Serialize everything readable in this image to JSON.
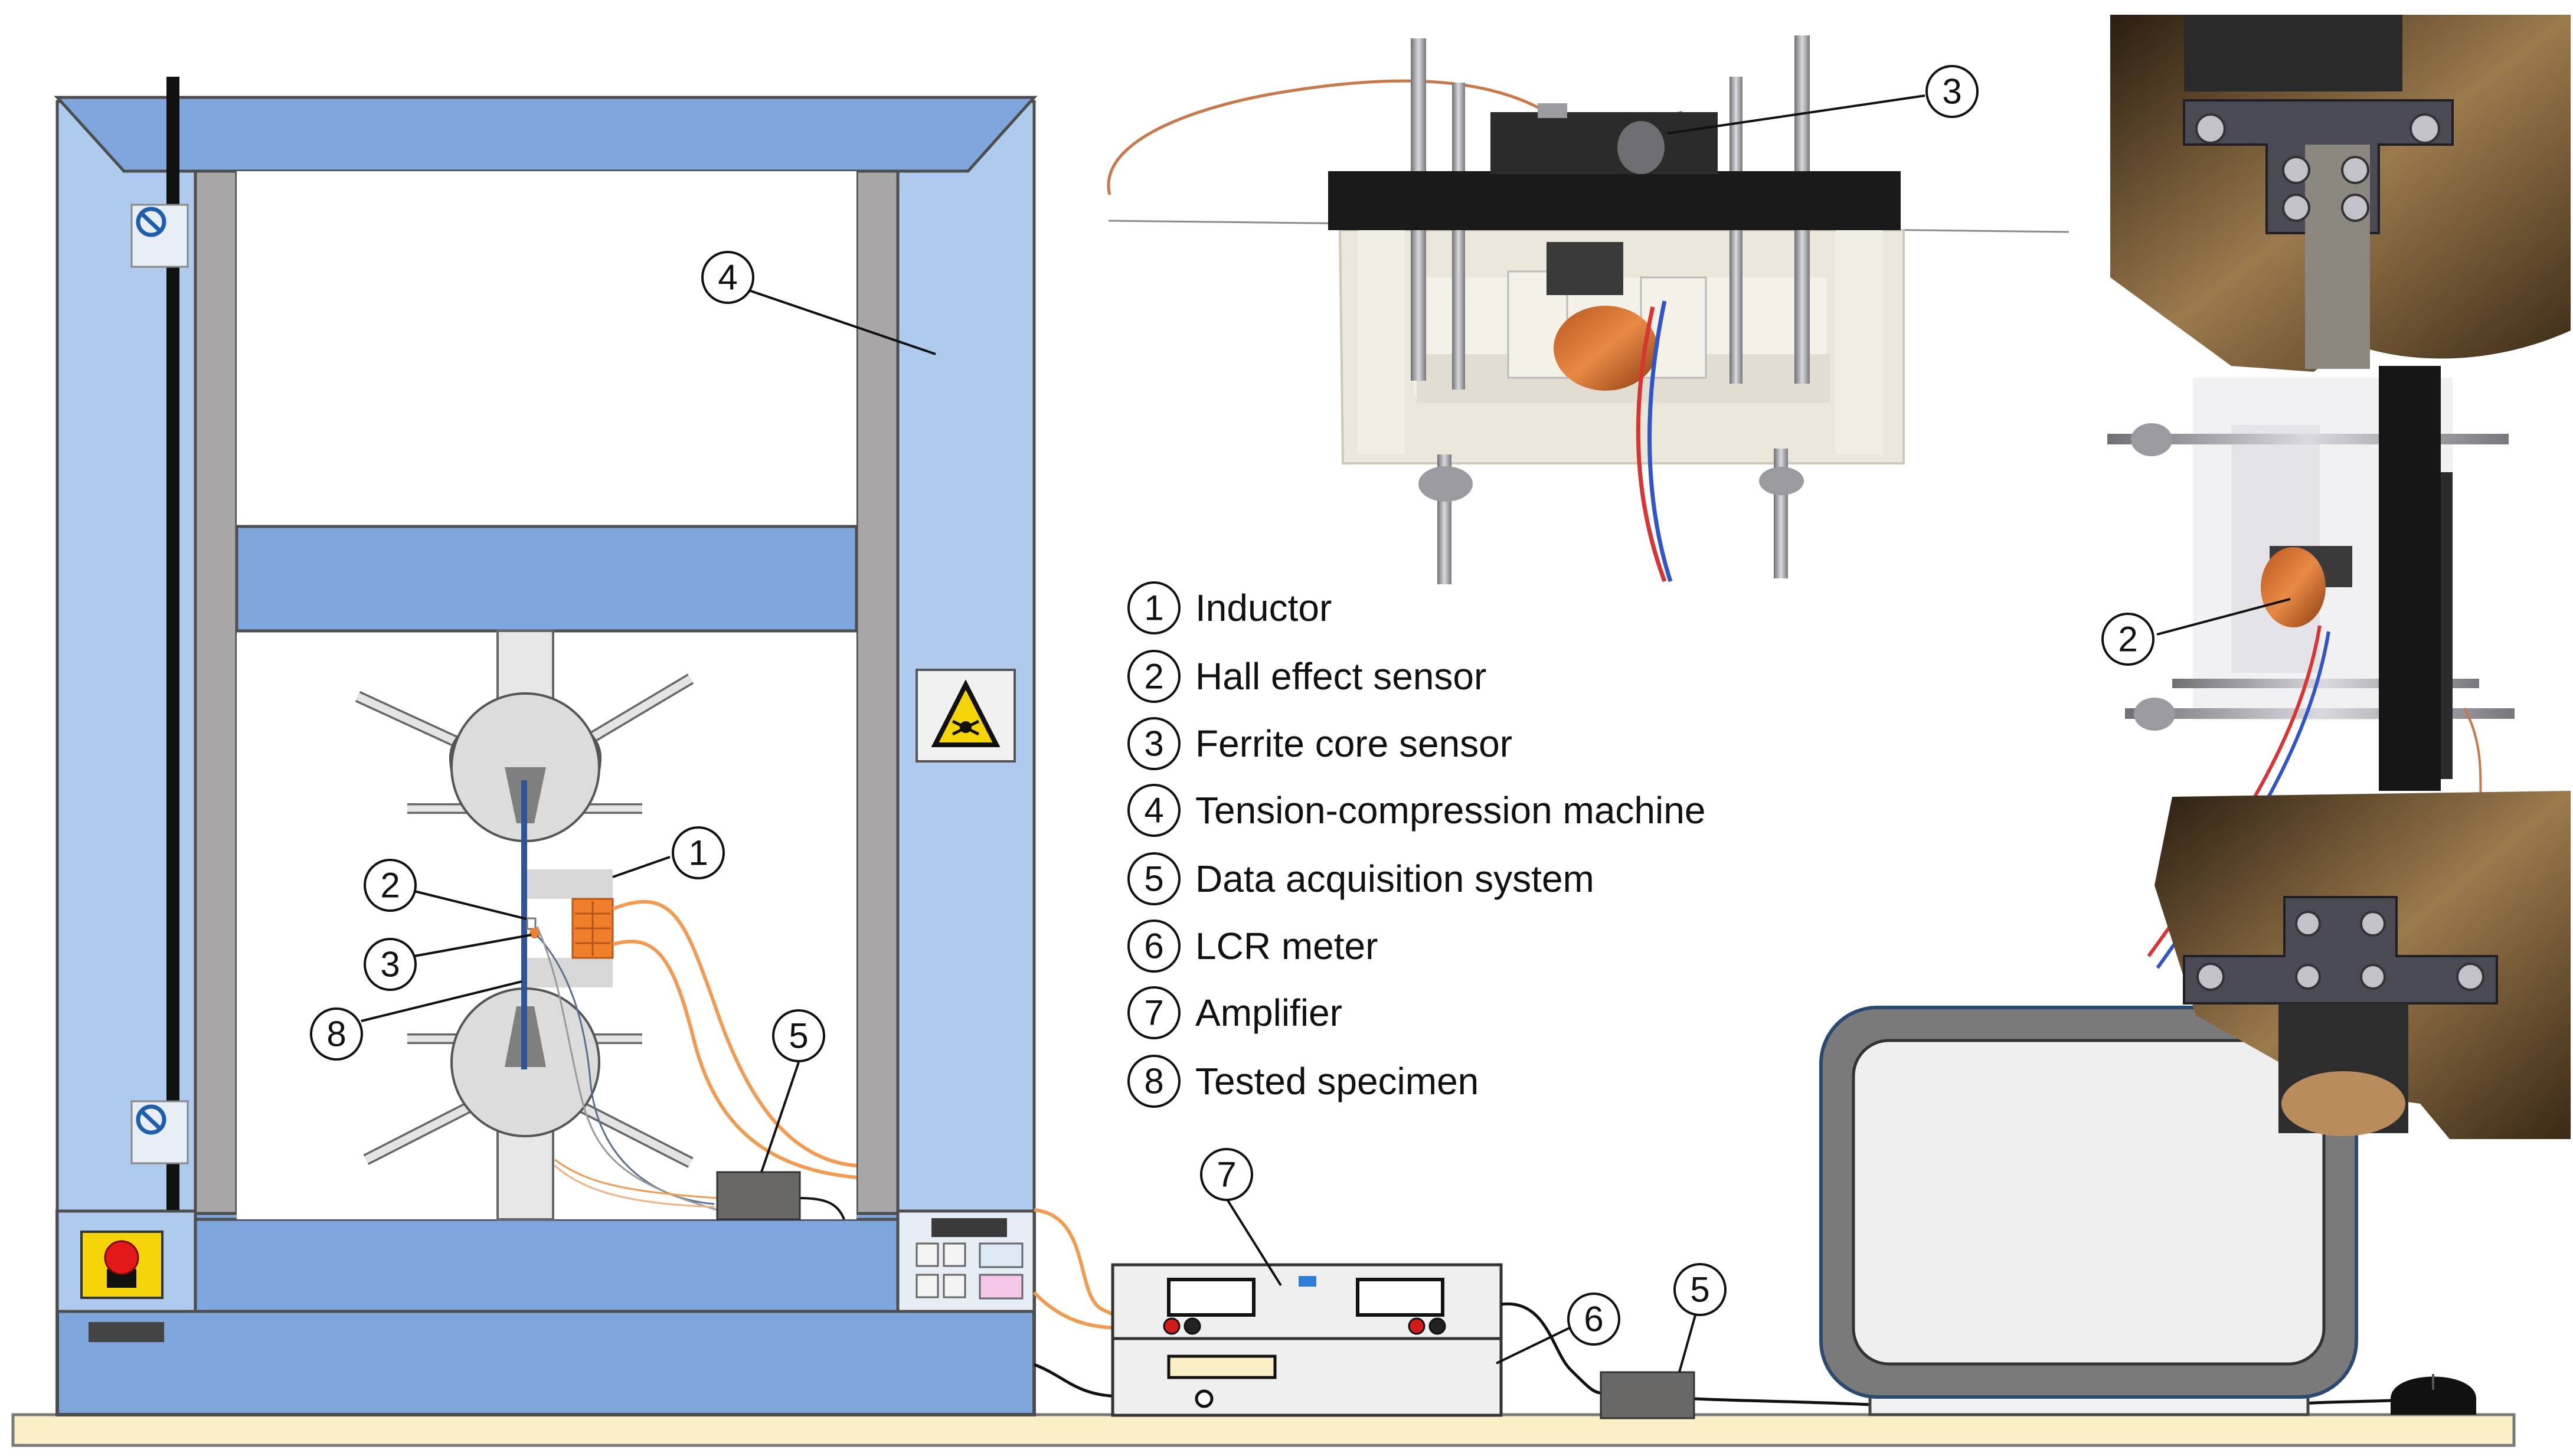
{
  "legend": {
    "items": [
      {
        "number": "1",
        "text": "Inductor"
      },
      {
        "number": "2",
        "text": "Hall effect sensor"
      },
      {
        "number": "3",
        "text": "Ferrite core sensor"
      },
      {
        "number": "4",
        "text": "Tension-compression machine"
      },
      {
        "number": "5",
        "text": "Data acquisition system"
      },
      {
        "number": "6",
        "text": "LCR meter"
      },
      {
        "number": "7",
        "text": "Amplifier"
      },
      {
        "number": "8",
        "text": "Tested specimen"
      }
    ]
  },
  "callouts": {
    "inductor": "1",
    "hall_sensor": "2",
    "ferrite_sensor": "3",
    "machine": "4",
    "daq_machine": "5",
    "specimen": "8",
    "amplifier": "7",
    "lcr_meter": "6",
    "daq_table": "5",
    "photo_ferrite": "3",
    "photo_hall": "2"
  },
  "colors": {
    "machine_blue": "#7ea6dd",
    "machine_light_blue": "#aecaec",
    "column_grey": "#a8a6a6",
    "coil_orange": "#f07e2a",
    "wire_orange": "#f29a4f",
    "base_cream": "#fbefc8",
    "device_grey": "#efefef",
    "daq_dark": "#6a6767",
    "warning_yellow": "#f5d50a",
    "estop_red": "#e31818"
  }
}
